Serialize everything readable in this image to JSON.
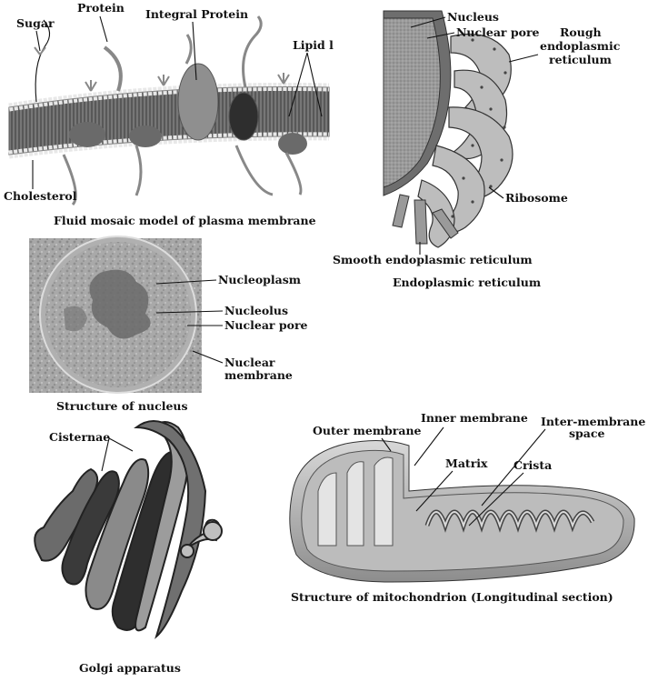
{
  "membrane": {
    "labels": {
      "sugar": "Sugar",
      "protein": "Protein",
      "integral_protein": "Integral Protein",
      "lipid": "Lipid l",
      "cholesterol": "Cholesterol"
    },
    "caption": "Fluid mosaic model of plasma membrane"
  },
  "er": {
    "labels": {
      "nucleus": "Nucleus",
      "nuclear_pore": "Nuclear pore",
      "rough_er_1": "Rough",
      "rough_er_2": "endoplasmic",
      "rough_er_3": "reticulum",
      "ribosome": "Ribosome",
      "smooth_er": "Smooth endoplasmic reticulum"
    },
    "caption": "Endoplasmic reticulum"
  },
  "nucleus": {
    "labels": {
      "nucleoplasm": "Nucleoplasm",
      "nucleolus": "Nucleolus",
      "nuclear_pore": "Nuclear pore",
      "nuclear_membrane_1": "Nuclear",
      "nuclear_membrane_2": "membrane"
    },
    "caption": "Structure of nucleus"
  },
  "golgi": {
    "labels": {
      "cisternae": "Cisternae"
    },
    "caption": "Golgi apparatus"
  },
  "mitochondrion": {
    "labels": {
      "outer_membrane": "Outer membrane",
      "inner_membrane": "Inner membrane",
      "inter_membrane_1": "Inter-membrane",
      "inter_membrane_2": "space",
      "matrix": "Matrix",
      "crista": "Crista"
    },
    "caption": "Structure of mitochondrion (Longitudinal section)"
  }
}
